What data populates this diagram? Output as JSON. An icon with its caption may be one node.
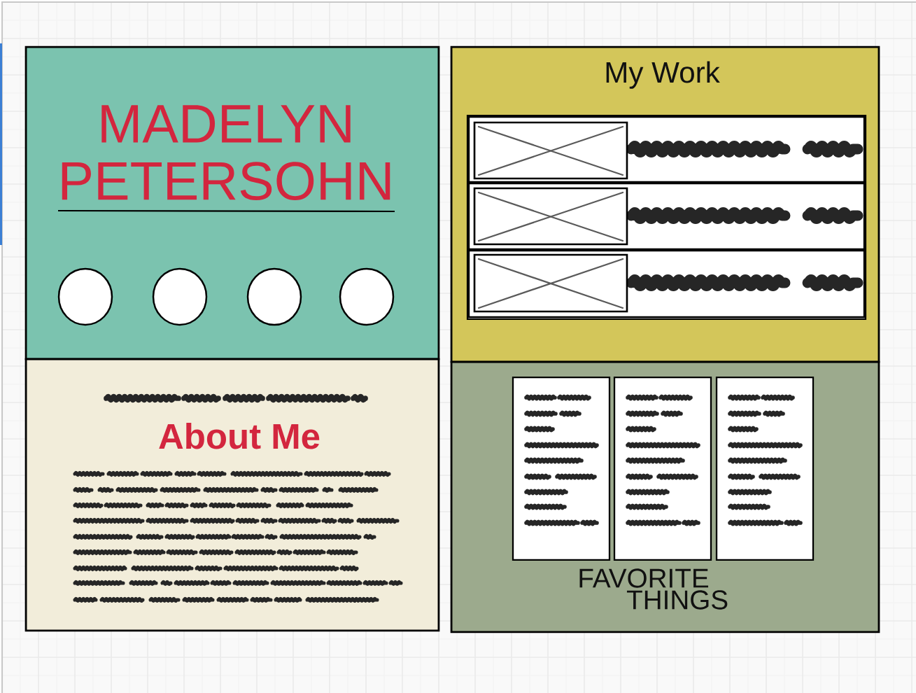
{
  "diagram": {
    "nodes": [
      {
        "text": [
          "MADELYN PETERSOHN"
        ]
      },
      {
        "text": [],
        "shape": "circle",
        "in": 0
      },
      {
        "text": [],
        "shape": "circle",
        "in": 0
      },
      {
        "text": [],
        "shape": "circle",
        "in": 0
      },
      {
        "text": [],
        "shape": "circle",
        "in": 0
      },
      {
        "text": [
          "My Work"
        ]
      },
      {
        "text": [],
        "shape": "box",
        "in": 5
      },
      {
        "text": [],
        "shape": "box",
        "in": 6
      },
      {
        "text": [],
        "shape": "box",
        "in": 6
      },
      {
        "text": [],
        "shape": "box",
        "in": 6
      },
      {
        "text": [],
        "shape": "picture",
        "in": 7
      },
      {
        "text": [],
        "shape": "picture",
        "in": 8
      },
      {
        "text": [],
        "shape": "picture",
        "in": 9
      },
      {
        "text": [
          "About Me"
        ]
      },
      {
        "text": [
          "FAVORITE THINGS"
        ]
      },
      {
        "text": [],
        "shape": "box",
        "in": 14
      },
      {
        "text": [],
        "shape": "box",
        "in": 14
      },
      {
        "text": [],
        "shape": "box",
        "in": 14
      }
    ]
  }
}
